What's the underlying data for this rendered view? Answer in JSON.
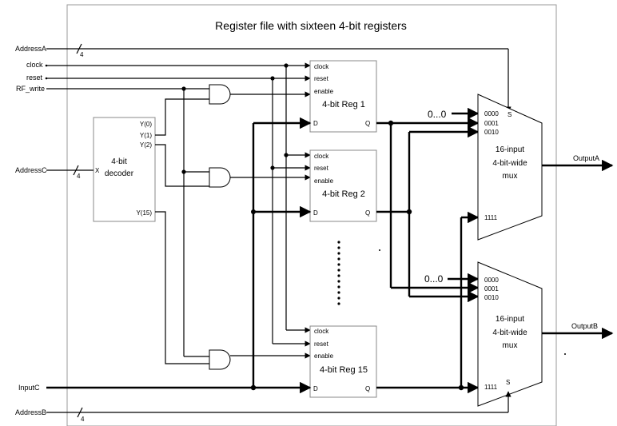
{
  "title": "Register file with sixteen 4-bit registers",
  "inputs": {
    "address_a": "AddressA",
    "clock": "clock",
    "reset": "reset",
    "rf_write": "RF_write",
    "address_c": "AddressC",
    "input_c": "InputC",
    "address_b": "AddressB",
    "bus_width": "4"
  },
  "decoder": {
    "line1": "4-bit",
    "line2": "decoder",
    "input_label": "X",
    "outputs": [
      "Y(0)",
      "Y(1)",
      "Y(2)",
      "Y(15)"
    ]
  },
  "registers": [
    {
      "name": "4-bit Reg 1"
    },
    {
      "name": "4-bit Reg 2"
    },
    {
      "name": "4-bit Reg 15"
    }
  ],
  "register_ports": {
    "clock": "clock",
    "reset": "reset",
    "enable": "enable",
    "d": "D",
    "q": "Q"
  },
  "muxes": [
    {
      "line1": "16-input",
      "line2": "4-bit-wide",
      "line3": "mux",
      "output": "OutputA",
      "select": "S"
    },
    {
      "line1": "16-input",
      "line2": "4-bit-wide",
      "line3": "mux",
      "output": "OutputB",
      "select": "S"
    }
  ],
  "mux_inputs": [
    "0000",
    "0001",
    "0010",
    "1111"
  ],
  "zero_constant": "0...0"
}
